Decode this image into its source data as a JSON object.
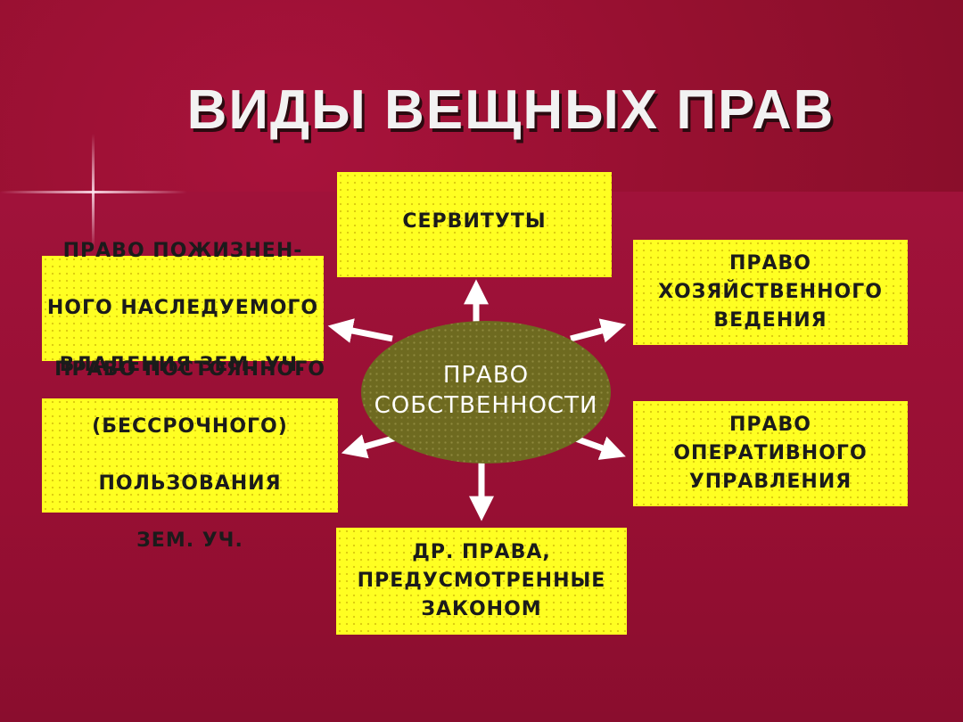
{
  "slide": {
    "title": "ВИДЫ ВЕЩНЫХ ПРАВ",
    "center": "ПРАВО\nСОБСТВЕННОСТИ",
    "boxes": {
      "servitudes": "СЕРВИТУТЫ",
      "economic_management": "ПРАВО\nХОЗЯЙСТВЕННОГО\nВЕДЕНИЯ",
      "operational_management": "ПРАВО\nОПЕРАТИВНОГО\nУПРАВЛЕНИЯ",
      "other_rights": "ДР. ПРАВА,\nПРЕДУСМОТРЕННЫЕ\nЗАКОНОМ",
      "lifetime_possession": [
        "ПРАВО ПОЖИЗНЕН-",
        "НОГО НАСЛЕДУЕМОГО",
        "ВЛАДЕНИЯ ЗЕМ. УЧ."
      ],
      "permanent_use": [
        "ПРАВО ПОСТОЯННОГО",
        "(БЕССРОЧНОГО)",
        "ПОЛЬЗОВАНИЯ",
        "ЗЕМ. УЧ."
      ]
    },
    "colors": {
      "background": "#95102f",
      "box_fill": "#ffff22",
      "center_fill": "#6e6a20",
      "arrow": "#ffffff"
    }
  }
}
